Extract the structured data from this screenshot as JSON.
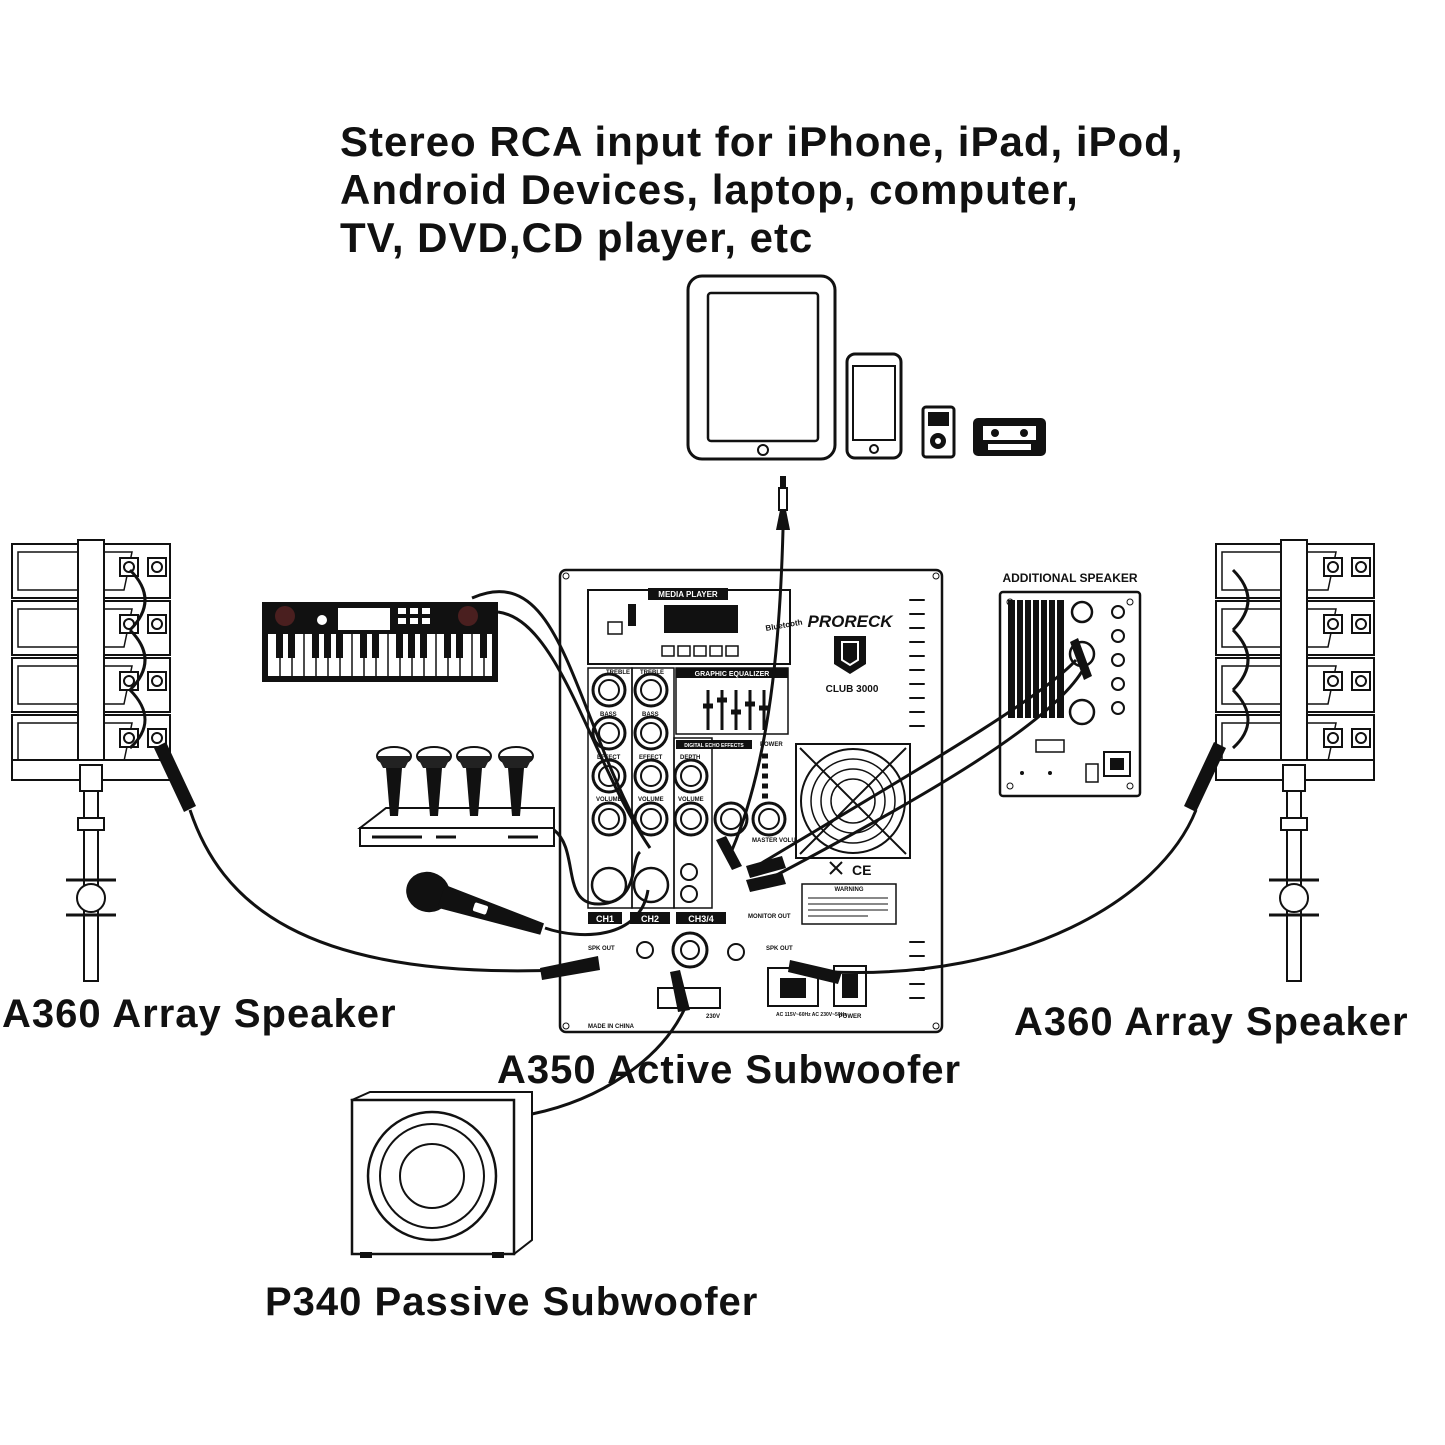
{
  "header": {
    "lines": [
      "Stereo RCA input for iPhone, iPad, iPod,",
      "Android Devices, laptop, computer,",
      "TV, DVD,CD player, etc"
    ]
  },
  "labels": {
    "left_speaker": "A360 Array Speaker",
    "right_speaker": "A360 Array Speaker",
    "active_sub": "A350 Active Subwoofer",
    "passive_sub": "P340 Passive Subwoofer",
    "additional_speaker": "ADDITIONAL SPEAKER"
  },
  "panel": {
    "media_player": "MEDIA PLAYER",
    "bluetooth": "Bluetooth",
    "brand": "PROREСK",
    "model": "CLUB 3000",
    "graphic_eq": "GRAPHIC EQUALIZER",
    "echo": "DIGITAL ECHO EFFECTS",
    "knob_labels": [
      "TREBLE",
      "TREBLE",
      "BASS",
      "BASS",
      "EFFECT",
      "EFFECT",
      "VOLUME",
      "VOLUME",
      "VOLUME",
      "DEPTH"
    ],
    "power_label": "POWER",
    "master_volume": "MASTER VOLUME",
    "channels": [
      "CH1",
      "CH2",
      "CH3/4"
    ],
    "monitor_out": "MONITOR OUT",
    "spk_out_left": "SPK OUT",
    "spk_out_right": "SPK OUT",
    "warning": "WARNING",
    "made_in": "MADE IN CHINA",
    "voltage": "230V",
    "power_switch": "POWER",
    "ac_info": "AC 115V~60Hz AC 230V~50Hz"
  }
}
